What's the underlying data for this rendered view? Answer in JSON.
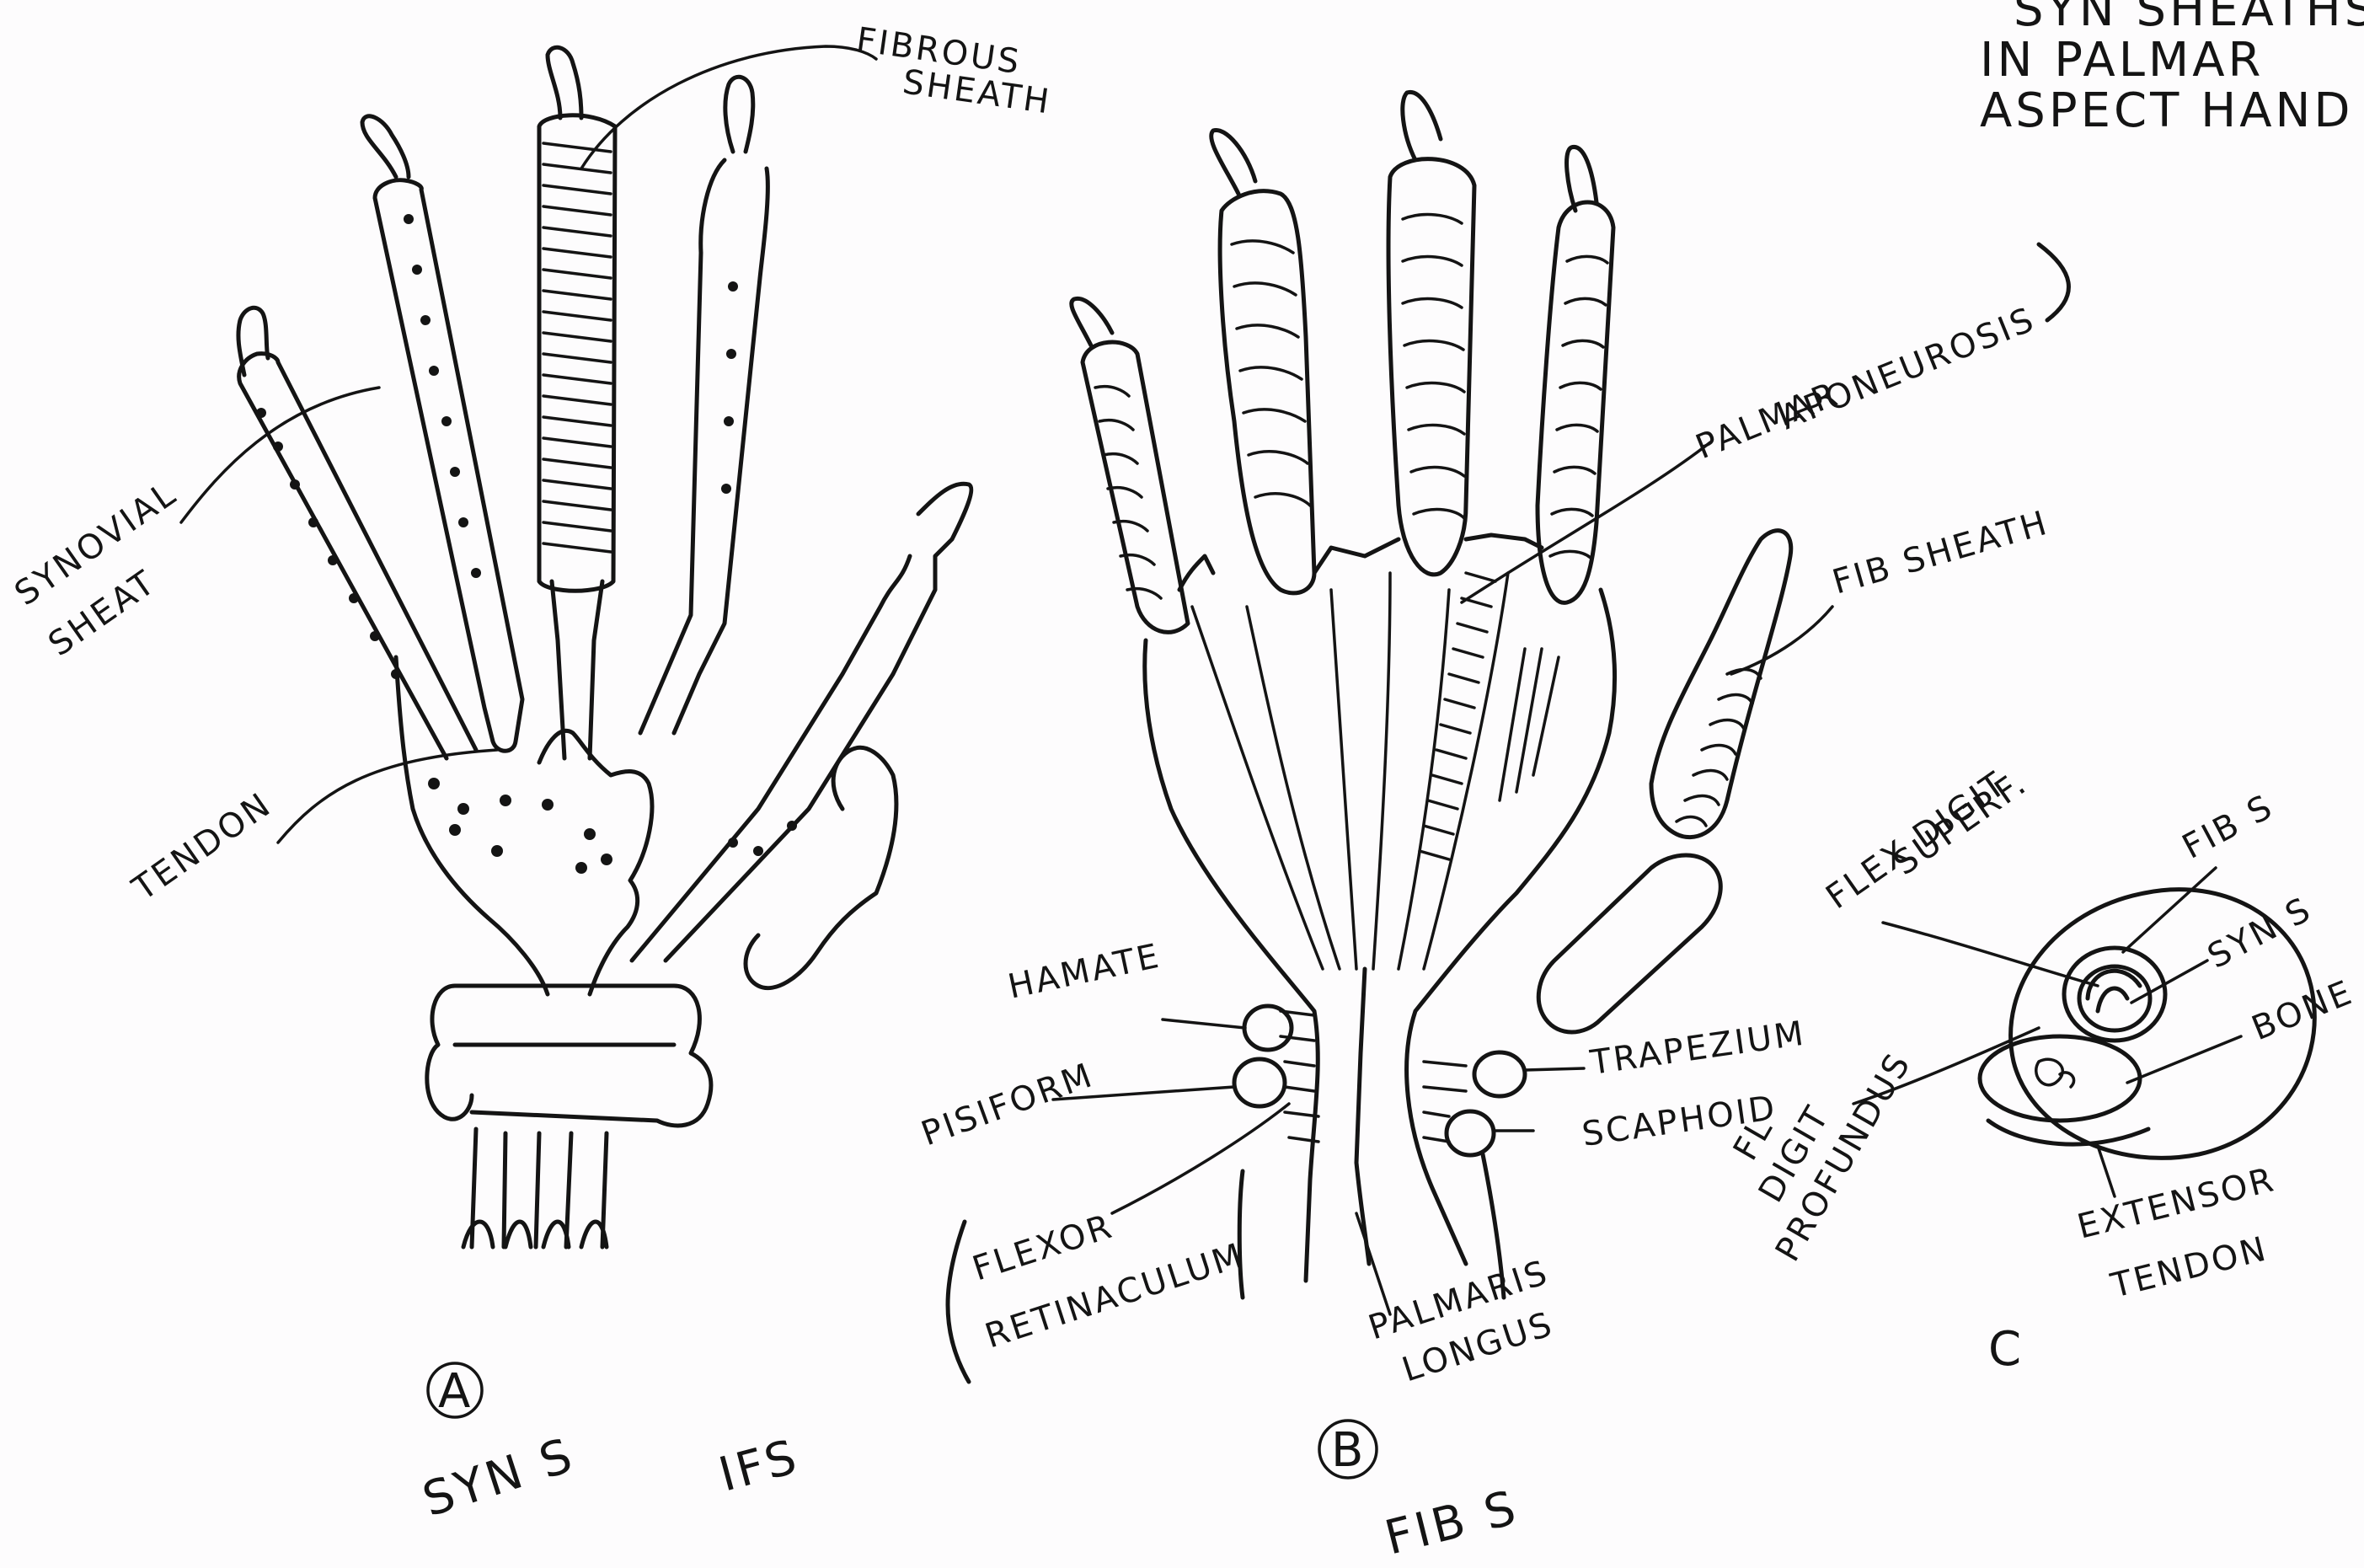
{
  "corner_note": [
    "SYN SHEATHS",
    "IN PALMAR",
    "ASPECT HAND"
  ],
  "panel_a": {
    "letter": "A",
    "caption": "SYN S",
    "labels": {
      "synovial_sheath": [
        "SYNOVIAL",
        "SHEAT"
      ],
      "tendon": "TENDON",
      "fibrous_sheath": [
        "FIBROUS",
        "SHEATH"
      ]
    }
  },
  "mid_note": "IFS",
  "panel_b": {
    "letter": "B",
    "caption": "FIB S",
    "labels": {
      "palmar_aponeurosis": [
        "PALMAR",
        "APONEUROSIS"
      ],
      "fib_sheath": "FIB SHEATH",
      "hamate": "HAMATE",
      "pisiform": "PISIFORM",
      "flexor_retinaculum": [
        "FLEXOR",
        "RETINACULUM"
      ],
      "trapezium": "TRAPEZIUM",
      "scaphoid": "SCAPHOID",
      "palmaris_longus": [
        "PALMARIS",
        "LONGUS"
      ]
    }
  },
  "panel_c": {
    "letter": "C",
    "labels": {
      "flex_digit_superf": [
        "FLEX DIGIT",
        "SUPERF."
      ],
      "fib_s": "FIB S",
      "syn_s": "SYN S",
      "bone": "BONE",
      "fl_digit_profundus": [
        "FL",
        "DIGIT",
        "PROFUNDUS"
      ],
      "extensor_tendon": [
        "EXTENSOR",
        "TENDON"
      ]
    }
  }
}
